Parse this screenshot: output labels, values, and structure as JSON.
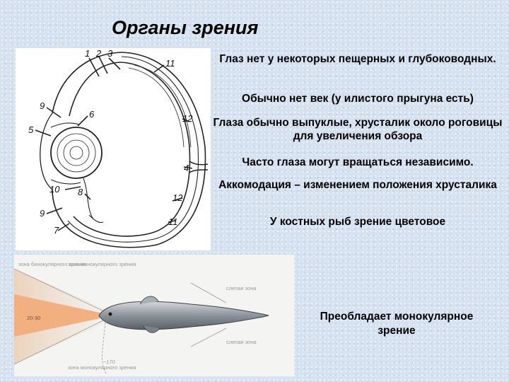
{
  "title": "Органы зрения",
  "points": [
    "Глаз нет у некоторых пещерных и глубоководных.",
    "Обычно нет век (у илистого прыгуна есть)",
    "Глаза обычно выпуклые, хрусталик около роговицы для увеличения обзора",
    "Часто глаза могут вращаться независимо.",
    "Аккомодация – изменением положения хрусталика",
    "У костных рыб зрение цветовое"
  ],
  "bottom_note": "Преобладает монокулярное зрение",
  "eye_diagram": {
    "labels": [
      "1",
      "2",
      "3",
      "11",
      "9",
      "6",
      "5",
      "12",
      "4",
      "10",
      "8",
      "9",
      "7",
      "12",
      "11"
    ]
  },
  "fish_diagram": {
    "zone_binocular": "зона бинокулярного зрения",
    "zone_monocular_top": "зона монокулярного зрения",
    "zone_monocular_bottom": "зона монокулярного зрения",
    "blind_zone_top": "слепая зона",
    "blind_zone_bottom": "слепая зона",
    "angle_front": "20-30",
    "angle_total": "~170",
    "binocular_color": "#f2b080"
  }
}
